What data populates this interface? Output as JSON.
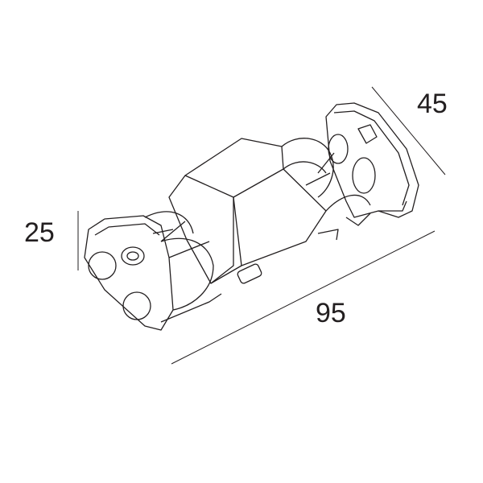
{
  "dimensions": {
    "width_label": "45",
    "height_label": "25",
    "length_label": "95"
  },
  "colors": {
    "line": "#231f20",
    "background": "#ffffff"
  }
}
